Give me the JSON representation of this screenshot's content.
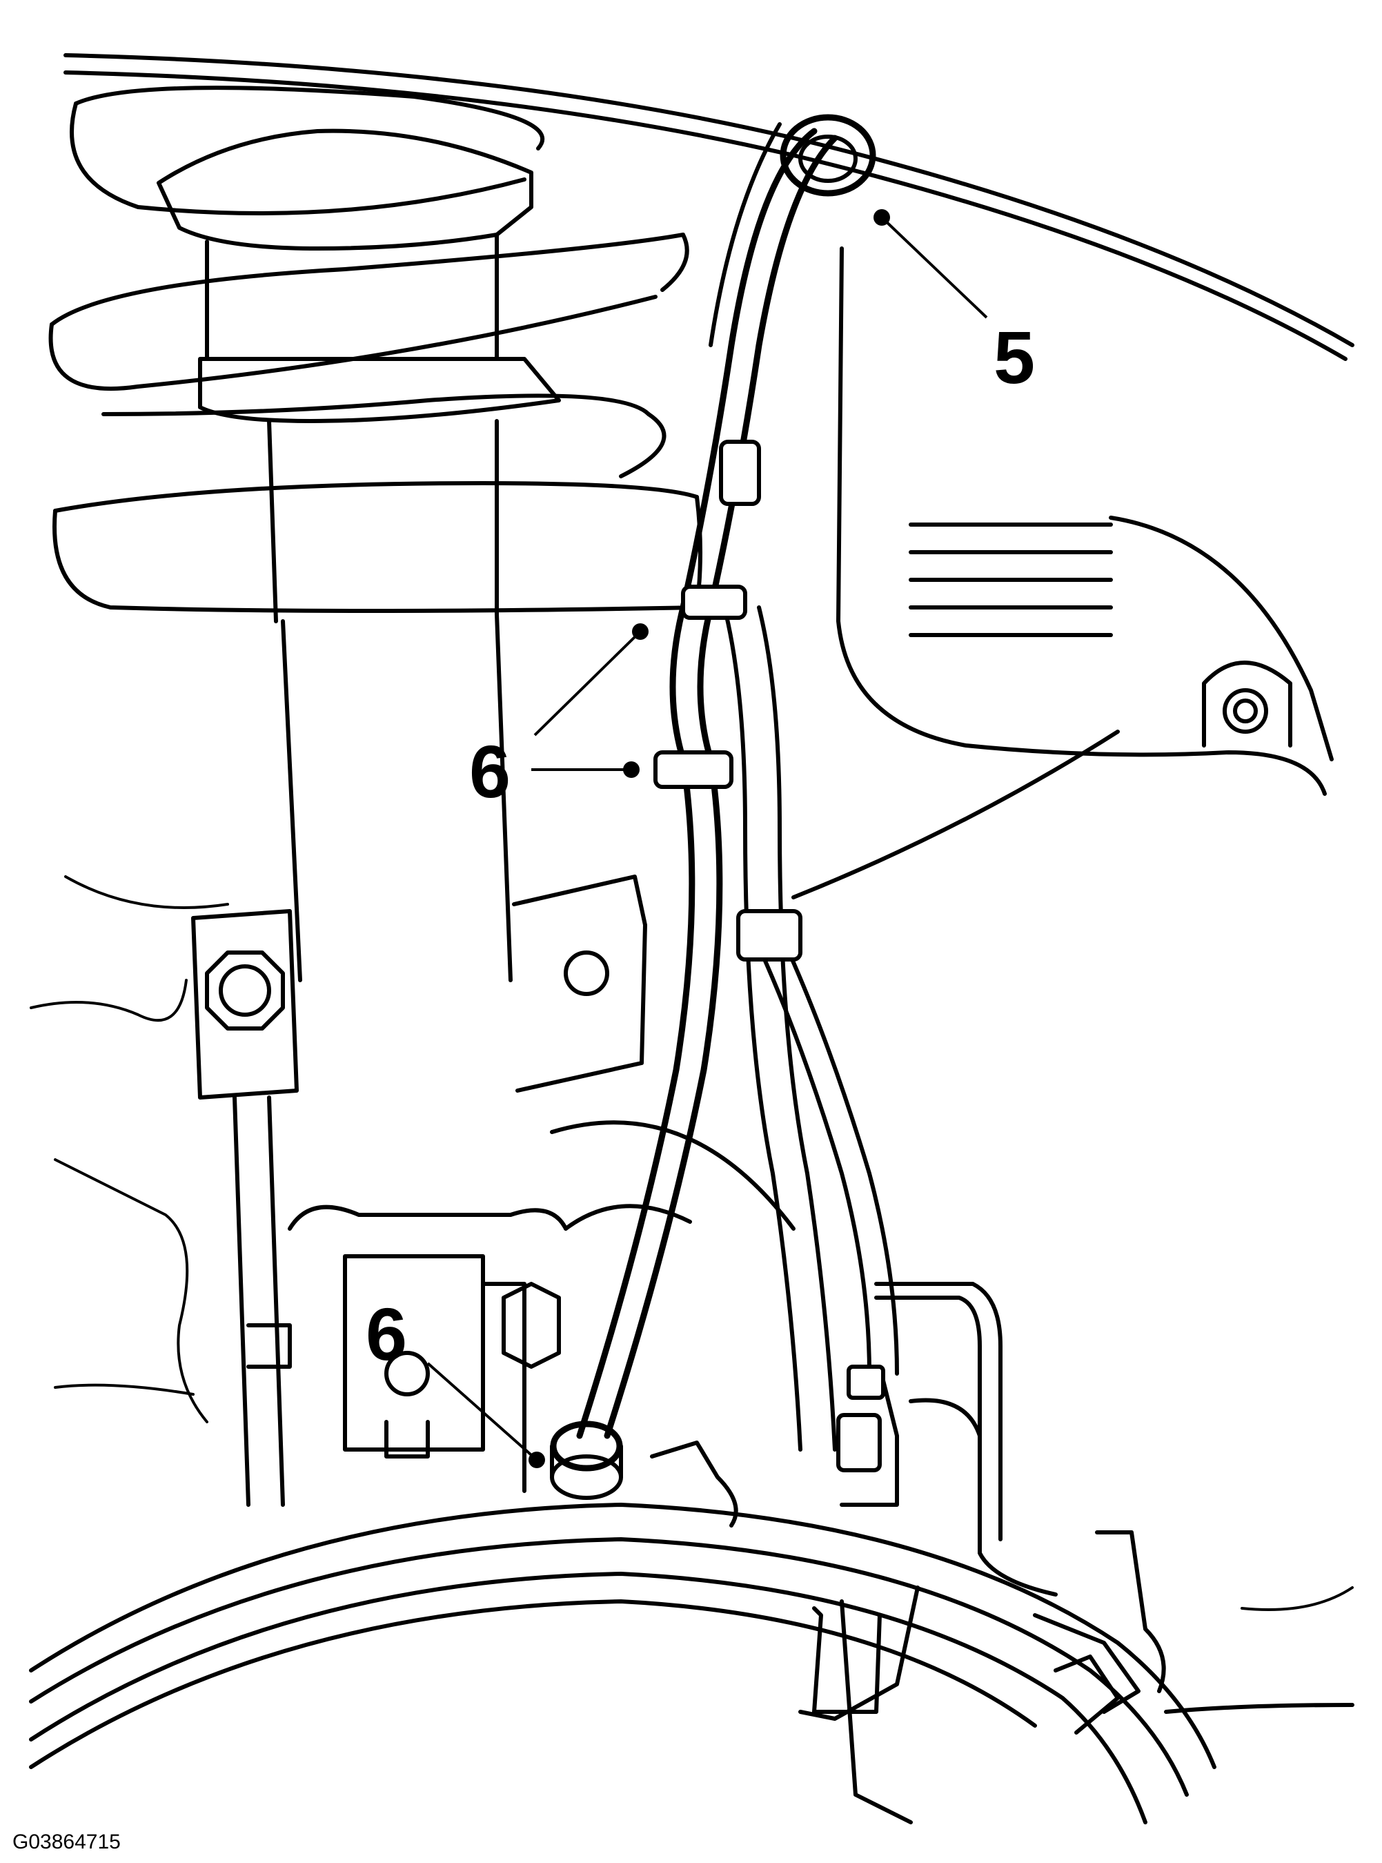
{
  "callouts": {
    "c5": "5",
    "c6a": "6",
    "c6b": "6"
  },
  "figure_id": "G03864715"
}
